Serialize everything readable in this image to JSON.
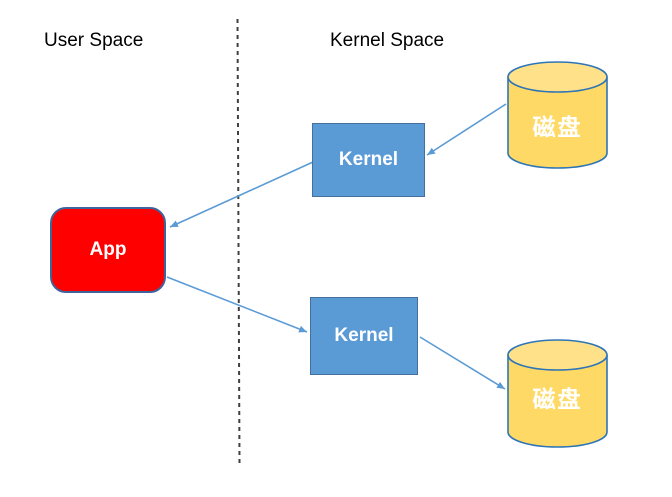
{
  "diagram": {
    "title_labels": {
      "user_space": "User Space",
      "kernel_space": "Kernel Space"
    },
    "nodes": {
      "app": {
        "label": "App",
        "fill": "#fe0000",
        "border": "#41639c",
        "text_color": "#ffffff"
      },
      "kernel_top": {
        "label": "Kernel",
        "fill": "#5b9bd5",
        "border": "#41719c",
        "text_color": "#ffffff"
      },
      "kernel_bottom": {
        "label": "Kernel",
        "fill": "#5b9bd5",
        "border": "#41719c",
        "text_color": "#ffffff"
      },
      "disk_top": {
        "label": "磁盘",
        "fill": "#ffd966",
        "top_fill": "#ffe18a",
        "border": "#2e75b6",
        "text_color": "#ffffff"
      },
      "disk_bottom": {
        "label": "磁盘",
        "fill": "#ffd966",
        "top_fill": "#ffe18a",
        "border": "#2e75b6",
        "text_color": "#ffffff"
      }
    },
    "connections": [
      {
        "from": "disk_top",
        "to": "kernel_top"
      },
      {
        "from": "kernel_top",
        "to": "app"
      },
      {
        "from": "app",
        "to": "kernel_bottom"
      },
      {
        "from": "kernel_bottom",
        "to": "disk_bottom"
      }
    ],
    "styles": {
      "arrow_color": "#5b9bd5",
      "divider_color": "#404040"
    }
  }
}
